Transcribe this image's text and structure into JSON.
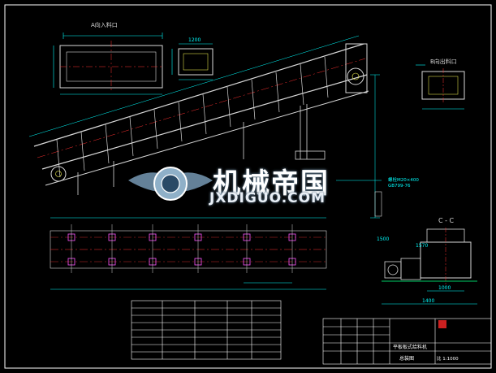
{
  "drawing": {
    "view_a_label": "A向入料口",
    "view_b_label": "B向出料口",
    "section_label": "C - C",
    "dims": {
      "d_1200": "1200",
      "d_1500": "1500",
      "d_1000": "1000",
      "d_1400": "1400",
      "d_1570": "1570"
    },
    "callouts": {
      "c1": "螺栓M20×400",
      "c2": "GB799-76"
    }
  },
  "title_block": {
    "machine_name": "平板板式给料机",
    "drawing_type": "总装图",
    "scale": "比 1:1000"
  },
  "watermark": {
    "cn": "机械帝国",
    "en": "JXDIGUO.COM"
  },
  "colors": {
    "background": "#000000",
    "frame": "#ffffff",
    "geometry": "#d8d8d8",
    "dimension": "#00ffff",
    "centerline": "#ff3030",
    "bolt": "#ff55ff",
    "detail": "#ffff55",
    "hatch": "#00cc66"
  }
}
